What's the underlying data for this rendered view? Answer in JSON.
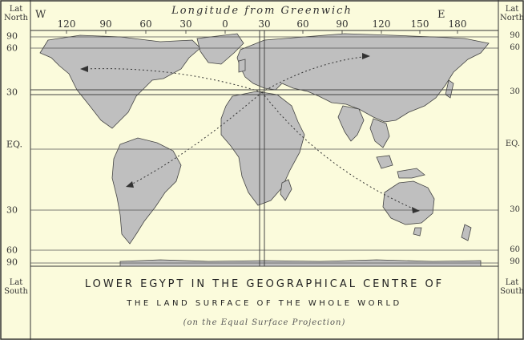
{
  "map": {
    "title": "Longitude from Greenwich",
    "west_label": "W",
    "east_label": "E",
    "corner_top_left": [
      "Lat",
      "North"
    ],
    "corner_top_right": [
      "Lat",
      "North"
    ],
    "corner_bottom_left": [
      "Lat",
      "South"
    ],
    "corner_bottom_right": [
      "Lat",
      "South"
    ],
    "longitude_ticks": [
      "120",
      "90",
      "60",
      "30",
      "0",
      "30",
      "60",
      "90",
      "120",
      "150",
      "180"
    ],
    "lat_left": [
      "90",
      "60",
      "30",
      "EQ.",
      "30",
      "60",
      "90"
    ],
    "lat_right": [
      "90",
      "60",
      "30",
      "EQ.",
      "30",
      "60",
      "90"
    ],
    "colors": {
      "land": "#bfbfbf",
      "sea": "#fbfbdc",
      "lines": "#555555"
    }
  },
  "caption": {
    "line1": "LOWER EGYPT IN THE GEOGRAPHICAL CENTRE OF",
    "line2": "THE LAND SURFACE OF THE WHOLE WORLD",
    "line3": "(on the Equal Surface Projection)"
  }
}
